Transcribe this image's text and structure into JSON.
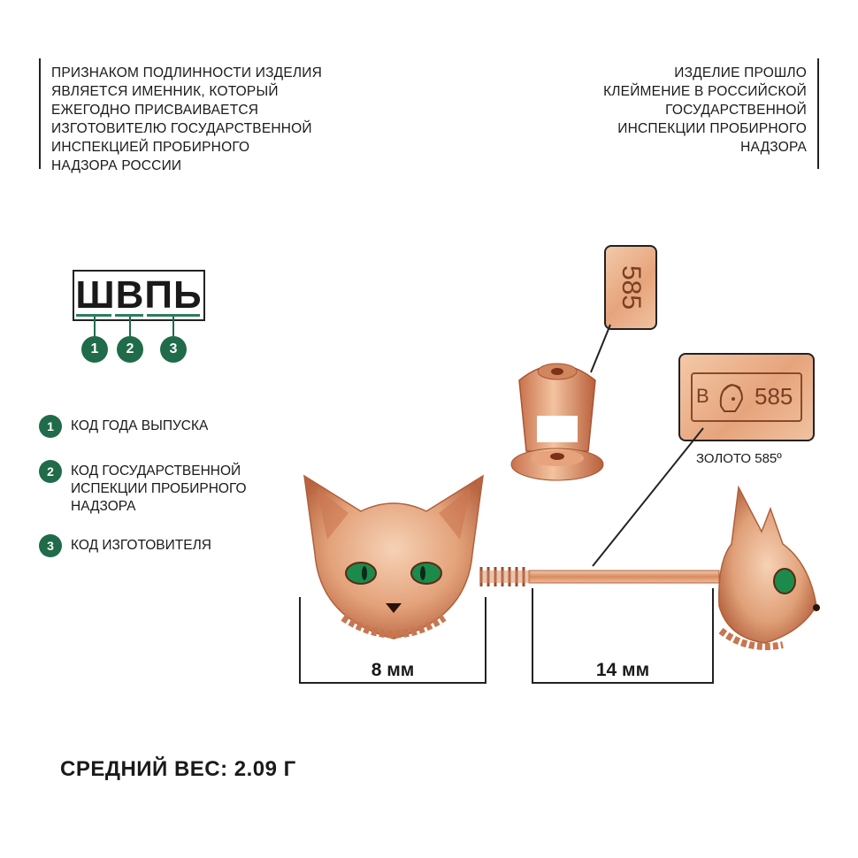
{
  "notes": {
    "left": [
      "ПРИЗНАКОМ ПОДЛИННОСТИ ИЗДЕЛИЯ",
      "ЯВЛЯЕТСЯ ИМЕННИК, КОТОРЫЙ",
      "ЕЖЕГОДНО ПРИСВАИВАЕТСЯ",
      "ИЗГОТОВИТЕЛЮ ГОСУДАРСТВЕННОЙ",
      "ИНСПЕКЦИЕЙ ПРОБИРНОГО",
      "НАДЗОРА РОССИИ"
    ],
    "right": [
      "ИЗДЕЛИЕ ПРОШЛО",
      "КЛЕЙМЕНИЕ В РОССИЙСКОЙ",
      "ГОСУДАРСТВЕННОЙ",
      "ИНСПЕКЦИИ ПРОБИРНОГО",
      "НАДЗОРА"
    ]
  },
  "hallmark": {
    "code": "ШВПЬ",
    "badges": [
      "1",
      "2",
      "3"
    ]
  },
  "legend": [
    {
      "num": "1",
      "text": "КОД ГОДА ВЫПУСКА"
    },
    {
      "num": "2",
      "text": "КОД ГОСУДАРСТВЕННОЙ ИСПЕКЦИИ ПРОБИРНОГО НАДЗОРА"
    },
    {
      "num": "3",
      "text": "КОД ИЗГОТОВИТЕЛЯ"
    }
  ],
  "stamps": {
    "small": "585",
    "large_letter": "В",
    "large_value": "585",
    "gold_label": "ЗОЛОТО 585º"
  },
  "dimensions": {
    "width_label": "8 мм",
    "length_label": "14 мм"
  },
  "weight_label": "СРЕДНИЙ ВЕС: 2.09 г",
  "colors": {
    "accent_green": "#1f6b4a",
    "gold": "#e6a47c",
    "eye_green": "#1b8a4a"
  },
  "icons": [
    "cat-earring-front-icon",
    "earring-back-nut-icon",
    "cat-earring-side-icon",
    "helmet-hallmark-icon"
  ]
}
